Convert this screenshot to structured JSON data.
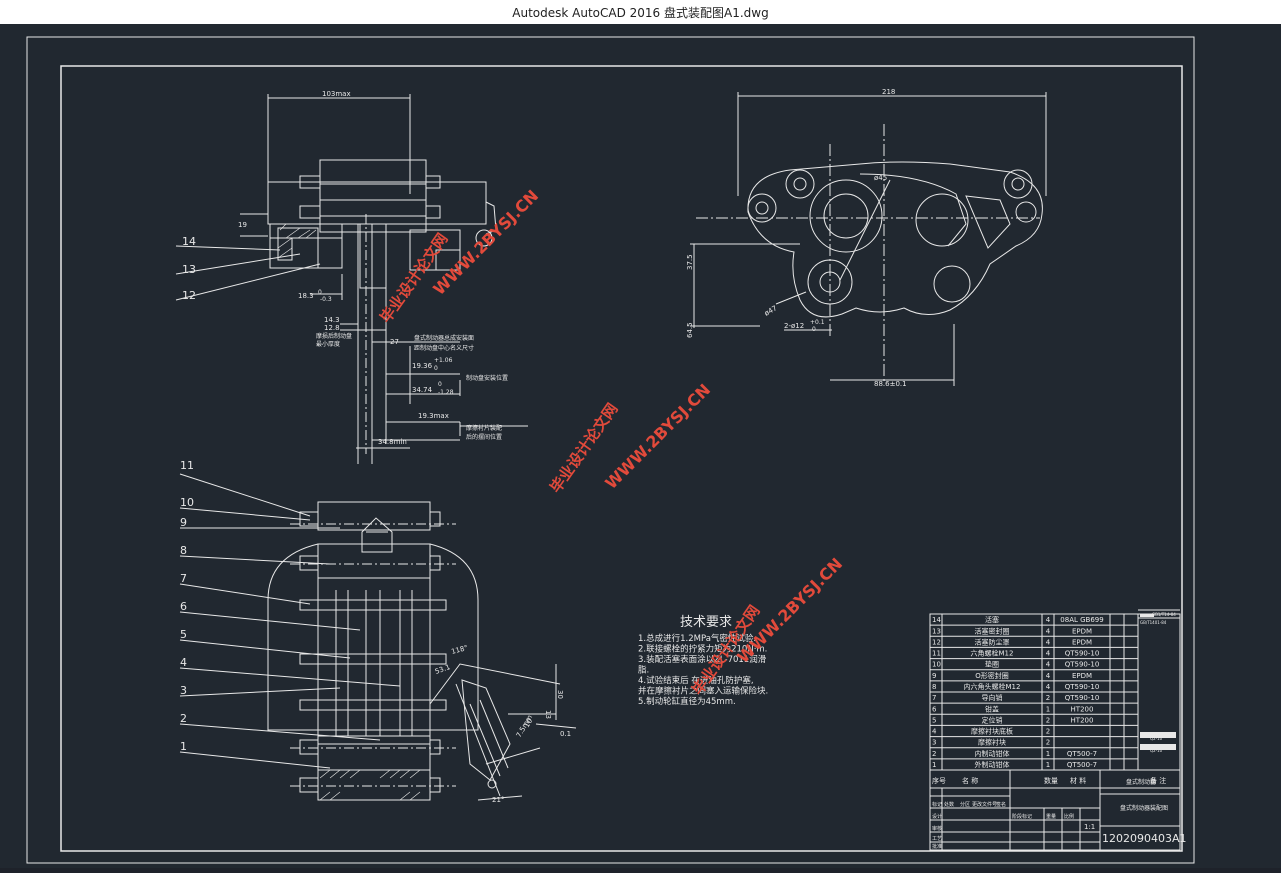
{
  "window": {
    "title": "Autodesk AutoCAD 2016     盘式装配图A1.dwg"
  },
  "watermark": {
    "site": "WWW.2BYSJ.CN",
    "brand": "毕业设计论文网"
  },
  "dims": {
    "d103": "103max",
    "d19": "19",
    "d18": "18.3",
    "d18tol": "0",
    "d18tol2": "-0.3",
    "d143": "14.3",
    "d128": "12.8",
    "note_wear": "摩损后制动盘",
    "note_min": "最小厚度",
    "d27": "27",
    "note_center1": "盘式制动器总成安装面",
    "note_center2": "距制动盘中心名义尺寸",
    "d1936": "19.36",
    "d1936a": "+1.06",
    "d1936b": "0",
    "note_pos": "制动盘安装位置",
    "d3474": "34.74",
    "d3474a": "0",
    "d3474b": "-1.28",
    "d193max": "19.3max",
    "note_lining1": "摩擦衬片装配",
    "note_lining2": "后的摆间位置",
    "d348min": "34.8min",
    "d218": "218",
    "d45": "ø45",
    "d375": "37.5",
    "d645": "64.5",
    "d47": "ø47",
    "d2x12": "2-ø12",
    "d2x12tol": "+0.1",
    "d2x12tol2": "0",
    "d886": "88.6±0.1",
    "ang118": "118°",
    "d531": "53.1",
    "d30": "30",
    "d13": "13",
    "d10": "10",
    "d75": "7.5mm",
    "ang21": "21°",
    "d01": "0.1"
  },
  "callouts": [
    "14",
    "13",
    "12",
    "11",
    "10",
    "9",
    "8",
    "7",
    "6",
    "5",
    "4",
    "3",
    "2",
    "1"
  ],
  "tech": {
    "title": "技术要求",
    "lines": [
      "1.总成进行1.2MPa气密性试验.",
      "2.联接螺栓的拧紧力矩为210N·m.",
      "3.装配活塞表面涂以ZL-7011润滑",
      "脂.",
      "4.试验结束后 在进油孔防护塞,",
      "并在摩擦衬片之间塞入运输保险块.",
      "5.制动轮缸直径为45mm."
    ]
  },
  "bom": [
    {
      "no": "14",
      "name": "活塞",
      "qty": "4",
      "mat": "08AL GB699"
    },
    {
      "no": "13",
      "name": "活塞密封圈",
      "qty": "4",
      "mat": "EPDM"
    },
    {
      "no": "12",
      "name": "活塞防尘罩",
      "qty": "4",
      "mat": "EPDM"
    },
    {
      "no": "11",
      "name": "六角螺栓M12",
      "qty": "4",
      "mat": "QT590-10"
    },
    {
      "no": "10",
      "name": "垫圈",
      "qty": "4",
      "mat": "QT590-10"
    },
    {
      "no": "9",
      "name": "O形密封圈",
      "qty": "4",
      "mat": "EPDM"
    },
    {
      "no": "8",
      "name": "内六角头螺栓M12",
      "qty": "4",
      "mat": "QT590-10"
    },
    {
      "no": "7",
      "name": "导向销",
      "qty": "2",
      "mat": "QT590-10"
    },
    {
      "no": "6",
      "name": "钳盖",
      "qty": "1",
      "mat": "HT200"
    },
    {
      "no": "5",
      "name": "定位销",
      "qty": "2",
      "mat": "HT200"
    },
    {
      "no": "4",
      "name": "摩擦衬块底板",
      "qty": "2",
      "mat": ""
    },
    {
      "no": "3",
      "name": "摩擦衬块",
      "qty": "2",
      "mat": ""
    },
    {
      "no": "2",
      "name": "内制动钳体",
      "qty": "1",
      "mat": "QT500-7"
    },
    {
      "no": "1",
      "name": "外制动钳体",
      "qty": "1",
      "mat": "QT500-7"
    }
  ],
  "bom_header": {
    "no": "序号",
    "name": "名 称",
    "qty": "数量",
    "mat": "材 料",
    "note": "备 注"
  },
  "titleblock": {
    "school": "盘式制动器",
    "drawing": "盘式制动器装配图",
    "scale": "1:1",
    "code": "1202090403A1",
    "small_top1": "GB1/T14-84",
    "small_top2": "GB/T1401-84",
    "rows": [
      "标记",
      "处数",
      "分区",
      "更改文件号",
      "签名",
      "设计",
      "审核",
      "工艺",
      "批准"
    ],
    "cols": [
      "阶段标记",
      "重量",
      "比例"
    ]
  },
  "colors": {
    "bg": "#212830",
    "line": "#e8e8e8",
    "watermark": "#e24a3b"
  }
}
